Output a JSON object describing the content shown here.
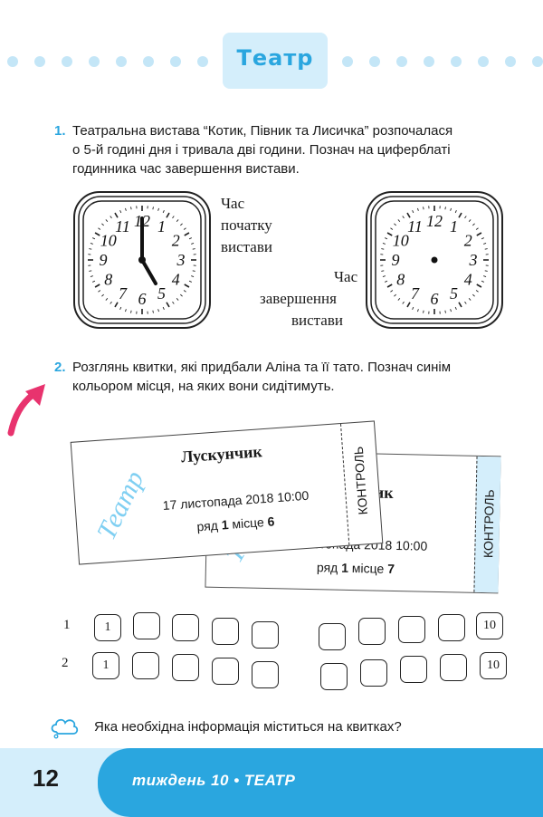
{
  "header": {
    "title": "Театр"
  },
  "task1": {
    "number": "1.",
    "lines": [
      "Театральна вистава “Котик, Півник та Лисичка” розпочалася",
      "о 5-й годині дня і тривала дві години. Познач на циферблаті",
      "годинника час завершення вистави."
    ],
    "clock_start_label": [
      "Час",
      "початку",
      "вистави"
    ],
    "clock_end_label": [
      "Час",
      "завершення",
      "вистави"
    ],
    "clock_numbers": [
      "12",
      "1",
      "2",
      "3",
      "4",
      "5",
      "6",
      "7",
      "8",
      "9",
      "10",
      "11"
    ],
    "start_time": {
      "hour": 5,
      "minute": 0
    }
  },
  "task2": {
    "number": "2.",
    "lines": [
      "Розглянь квитки, які придбали Аліна та її тато. Познач синім",
      "кольором місця, на яких вони сидітимуть."
    ]
  },
  "ticket_front": {
    "logo": "Театр",
    "name": "Лускунчик",
    "date": "17 листопада 2018 10:00",
    "row_prefix": "ряд ",
    "row": "1",
    "seat_prefix": " місце ",
    "seat": "6",
    "control": "КОНТРОЛЬ"
  },
  "ticket_back": {
    "logo": "Т",
    "name_partial": "чик",
    "date": "17 листопада 2018 10:00",
    "row_prefix": "ряд ",
    "row": "1",
    "seat_prefix": " місце ",
    "seat": "7",
    "control": "КОНТРОЛЬ"
  },
  "seating": {
    "rows": [
      {
        "label": "1",
        "left_first": "1",
        "right_last": "10"
      },
      {
        "label": "2",
        "left_first": "1",
        "right_last": "10"
      }
    ]
  },
  "question": "Яка необхідна інформація міститься на квитках?",
  "footer": {
    "page": "12",
    "text": "тиждень 10 • ТЕАТР"
  },
  "colors": {
    "accent": "#2aa6df",
    "light": "#d4eefb",
    "arrow": "#e8336e"
  }
}
